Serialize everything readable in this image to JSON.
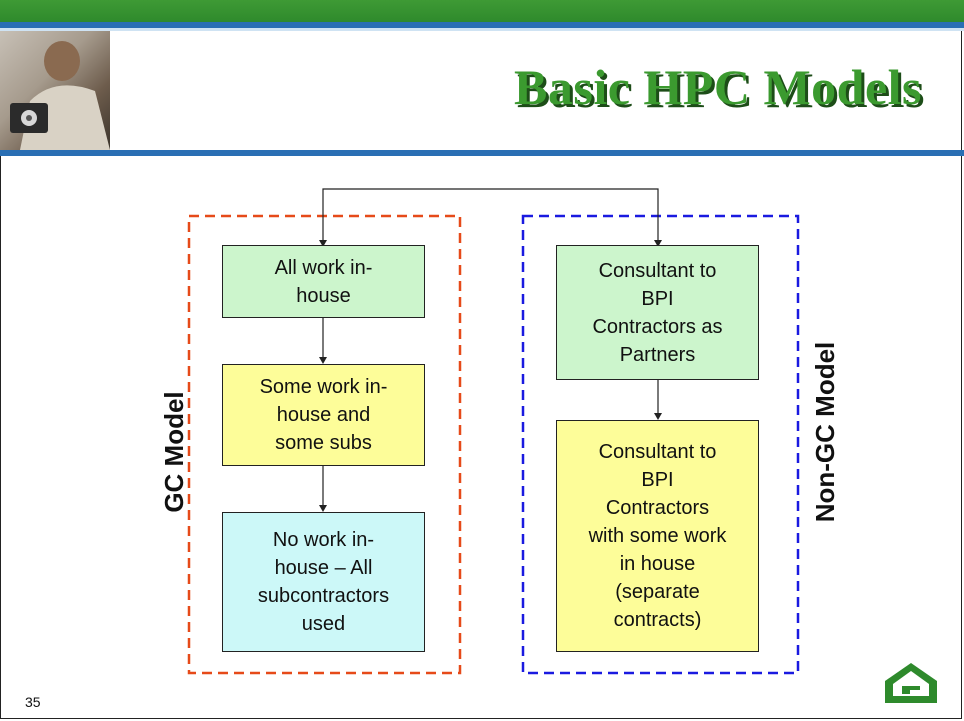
{
  "title": "Basic HPC Models",
  "page_number": "35",
  "gc_model": {
    "label": "GC Model",
    "boxes": [
      "All work in-\nhouse",
      "Some work in-\nhouse and\nsome subs",
      "No work in-\nhouse – All\nsubcontractors\nused"
    ]
  },
  "non_gc_model": {
    "label": "Non-GC Model",
    "boxes": [
      "Consultant to\nBPI\nContractors as\nPartners",
      "Consultant to\nBPI\nContractors\nwith some work\nin house\n(separate\ncontracts)"
    ]
  },
  "colors": {
    "title": "#3b9a2f",
    "gc_border": "#e64a19",
    "non_gc_border": "#1a1ae0",
    "box_green": "#ccf5cc",
    "box_yellow": "#fdfd99",
    "box_cyan": "#ccf8f8"
  },
  "icons": [
    "home-icon",
    "presenter-photo"
  ]
}
